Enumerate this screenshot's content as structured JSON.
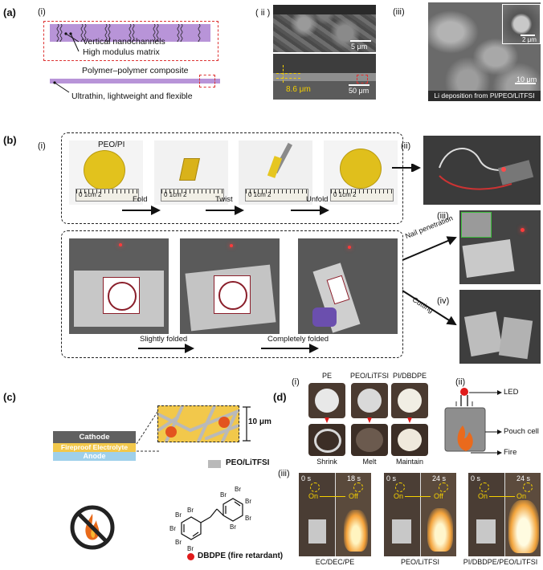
{
  "panel_a": {
    "label": "(a)",
    "sub_i": "(i)",
    "sub_ii": "( ii )",
    "sub_iii": "(iii)",
    "vertical_nanochannels": "Vertical nanochannels",
    "high_modulus_matrix": "High modulus matrix",
    "composite_title": "Polymer–polymer composite",
    "composite_desc": "Ultrathin, lightweight and flexible",
    "sem_scale_top": "5 μm",
    "thickness": "8.6 μm",
    "sem_scale_bottom": "50 μm",
    "inset_scale": "2 μm",
    "main_scale": "10 μm",
    "caption_iii": "Li deposition from PI/PEO/LiTFSI"
  },
  "panel_b": {
    "label": "(b)",
    "sub_i": "(i)",
    "sub_ii": "(ii)",
    "sub_iii": "(iii)",
    "sub_iv": "(iv)",
    "sample": "PEO/PI",
    "ruler_text": "0  1cm  2",
    "step_fold": "Fold",
    "step_twist": "Twist",
    "step_unfold": "Unfold",
    "slightly_folded": "Slightly folded",
    "completely_folded": "Completely folded",
    "nail_penetration": "Nail penetration",
    "cutting": "Cutting"
  },
  "panel_c": {
    "label": "(c)",
    "cathode": "Cathode",
    "electrolyte": "Fireproof Electrolyte",
    "anode": "Anode",
    "thickness": "10 μm",
    "legend_peo": "PEO/LiTFSI",
    "legend_dbdpe": "DBDPE (fire retardant)",
    "br": "Br"
  },
  "panel_d": {
    "label": "(d)",
    "sub_i": "(i)",
    "sub_ii": "(ii)",
    "sub_iii": "(iii)",
    "samples": [
      "PE",
      "PEO/LiTFSI",
      "PI/DBDPE"
    ],
    "results": [
      "Shrink",
      "Melt",
      "Maintain"
    ],
    "led": "LED",
    "pouch_cell": "Pouch cell",
    "fire": "Fire",
    "times": [
      {
        "start": "0 s",
        "end": "18 s",
        "on": "On",
        "off": "Off",
        "name": "EC/DEC/PE"
      },
      {
        "start": "0 s",
        "end": "24 s",
        "on": "On",
        "off": "Off",
        "name": "PEO/LiTFSI"
      },
      {
        "start": "0 s",
        "end": "24 s",
        "on": "On",
        "off": "",
        "name": "PI/DBDPE/PEO/LiTFSI"
      }
    ]
  },
  "colors": {
    "matrix": "#b894d8",
    "accent_red": "#e01b1b",
    "electrolyte": "#f2c84b",
    "cathode": "#606060",
    "anode": "#9fd0ea",
    "dbdpe": "#e3531f"
  }
}
